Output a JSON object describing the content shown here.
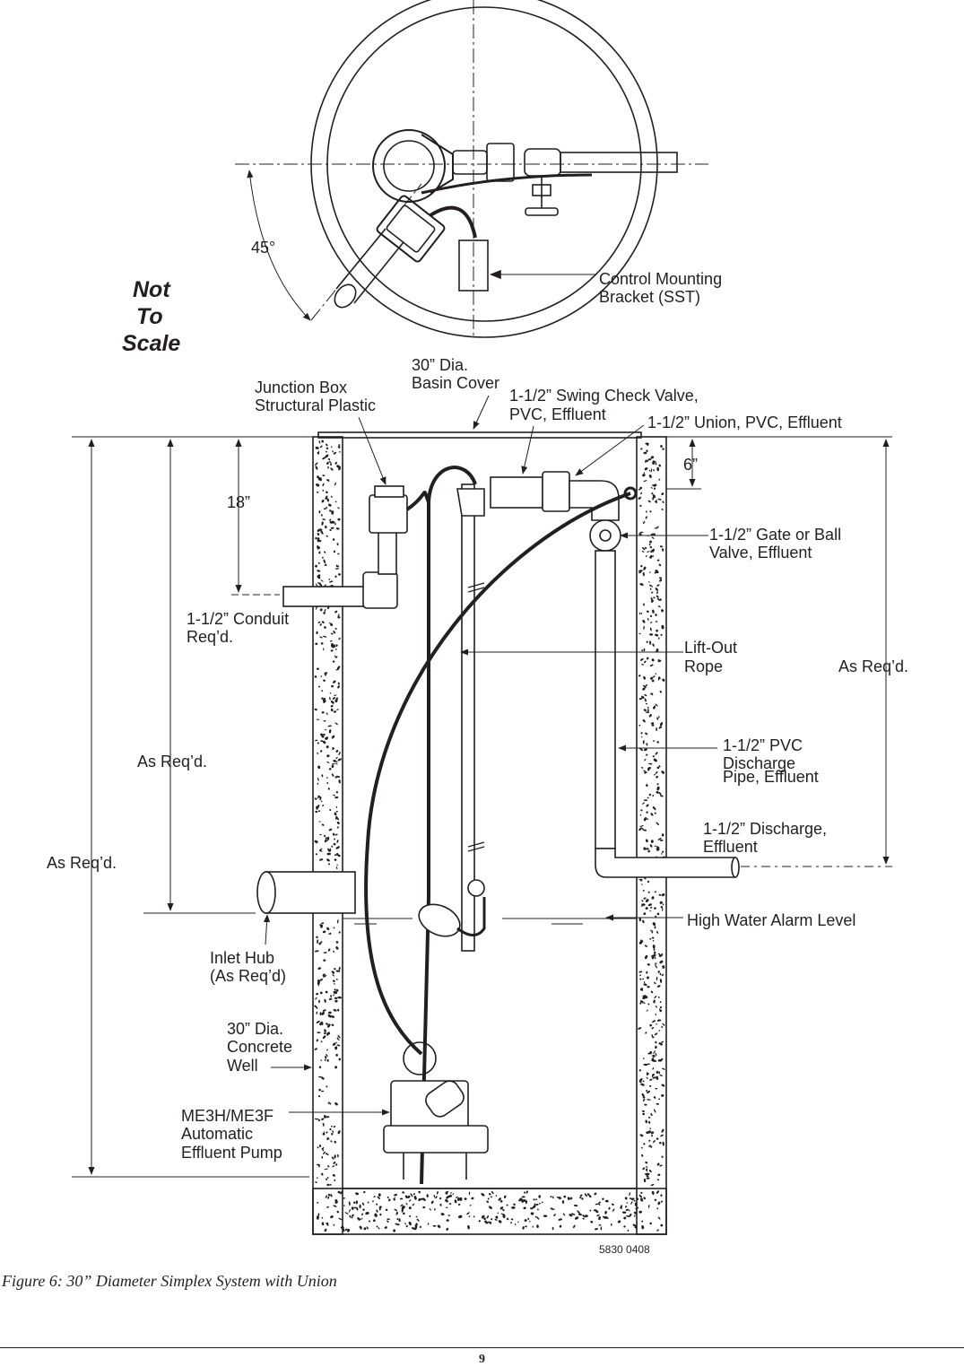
{
  "figure": {
    "caption": "Figure 6: 30” Diameter Simplex System with Union",
    "page_number": "9",
    "drawing_number": "5830 0408"
  },
  "top_view": {
    "angle_label": "45°",
    "control_bracket": [
      "Control Mounting",
      "Bracket (SST)"
    ],
    "not_to_scale": [
      "Not",
      "To",
      "Scale"
    ]
  },
  "callouts": {
    "basin_cover": [
      "30” Dia.",
      "Basin Cover"
    ],
    "junction_box": [
      "Junction Box",
      "Structural Plastic"
    ],
    "swing_check": [
      "1-1/2” Swing Check Valve,",
      "PVC, Effluent"
    ],
    "union": "1-1/2” Union, PVC, Effluent",
    "gate_valve": [
      "1-1/2” Gate or Ball",
      "Valve, Effluent"
    ],
    "lift_rope": [
      "Lift-Out",
      "Rope"
    ],
    "pvc_pipe": [
      "1-1/2” PVC",
      "Discharge",
      "Pipe, Effluent"
    ],
    "discharge": [
      "1-1/2” Discharge,",
      "Effluent"
    ],
    "high_water": "High Water Alarm Level",
    "conduit": [
      "1-1/2” Conduit",
      "Req’d."
    ],
    "inlet_hub": [
      "Inlet Hub",
      "(As Req’d)"
    ],
    "concrete_well": [
      "30” Dia.",
      "Concrete",
      "Well"
    ],
    "pump": [
      "ME3H/ME3F",
      "Automatic",
      "Effluent Pump"
    ]
  },
  "dimensions": {
    "dim_18": "18”",
    "dim_6": "6”",
    "as_req_inner": "As Req’d.",
    "as_req_outer": "As Req’d.",
    "as_req_right": "As Req’d."
  },
  "colors": {
    "ink": "#231f20",
    "paper": "#ffffff"
  }
}
